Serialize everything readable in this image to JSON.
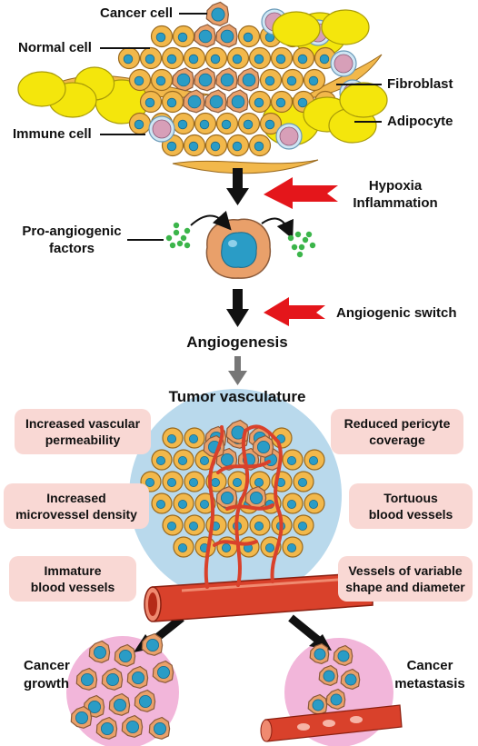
{
  "top_labels": {
    "cancer_cell": "Cancer cell",
    "normal_cell": "Normal cell",
    "fibroblast": "Fibroblast",
    "immune_cell": "Immune cell",
    "adipocyte": "Adipocyte"
  },
  "stimuli": {
    "hypoxia": "Hypoxia",
    "inflammation": "Inflammation",
    "angiogenic_switch": "Angiogenic switch"
  },
  "pro_angiogenic": {
    "line1": "Pro-angiogenic",
    "line2": "factors"
  },
  "angiogenesis": "Angiogenesis",
  "tumor_vasculature": "Tumor vasculature",
  "features": {
    "permeability": {
      "line1": "Increased vascular",
      "line2": "permeability"
    },
    "pericyte": {
      "line1": "Reduced pericyte",
      "line2": "coverage"
    },
    "density": {
      "line1": "Increased",
      "line2": "microvessel density"
    },
    "tortuous": {
      "line1": "Tortuous",
      "line2": "blood vessels"
    },
    "immature": {
      "line1": "Immature",
      "line2": "blood vessels"
    },
    "variable": {
      "line1": "Vessels of variable",
      "line2": "shape and diameter"
    }
  },
  "outcomes": {
    "growth": {
      "line1": "Cancer",
      "line2": "growth"
    },
    "metastasis": {
      "line1": "Cancer",
      "line2": "metastasis"
    }
  },
  "colors": {
    "normal_cell": "#f2b84b",
    "cancer_cell": "#e9a06a",
    "nucleus": "#2a9cc6",
    "adipocyte": "#f4e60c",
    "immune_cell": "#d79fb8",
    "red_arrow": "#e4161b",
    "label_box": "#f9d8d4",
    "vasculature_bg": "#b9d9ec",
    "outcome_bg": "#f2b6da",
    "vessel": "#d9412b",
    "growth_factor": "#3bb54a"
  }
}
